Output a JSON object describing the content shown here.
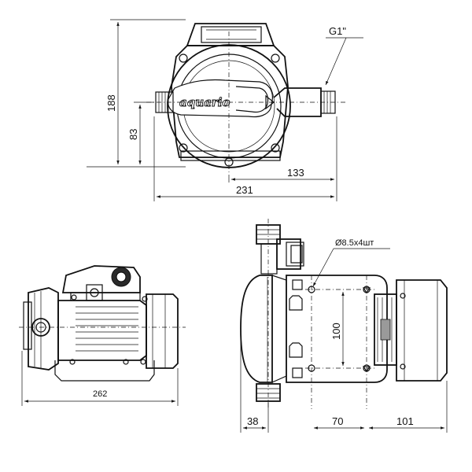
{
  "front_view": {
    "logo": "aquario",
    "thread_label": "G1\"",
    "height_total": "188",
    "height_axis": "83",
    "width_half": "133",
    "width_total": "231"
  },
  "side_view": {
    "length_total": "262"
  },
  "top_view": {
    "hole_label": "Ø8.5x4шт",
    "hole_spacing_vertical": "100",
    "offset_left": "38",
    "hole_spacing_horizontal": "70",
    "offset_right": "101"
  }
}
